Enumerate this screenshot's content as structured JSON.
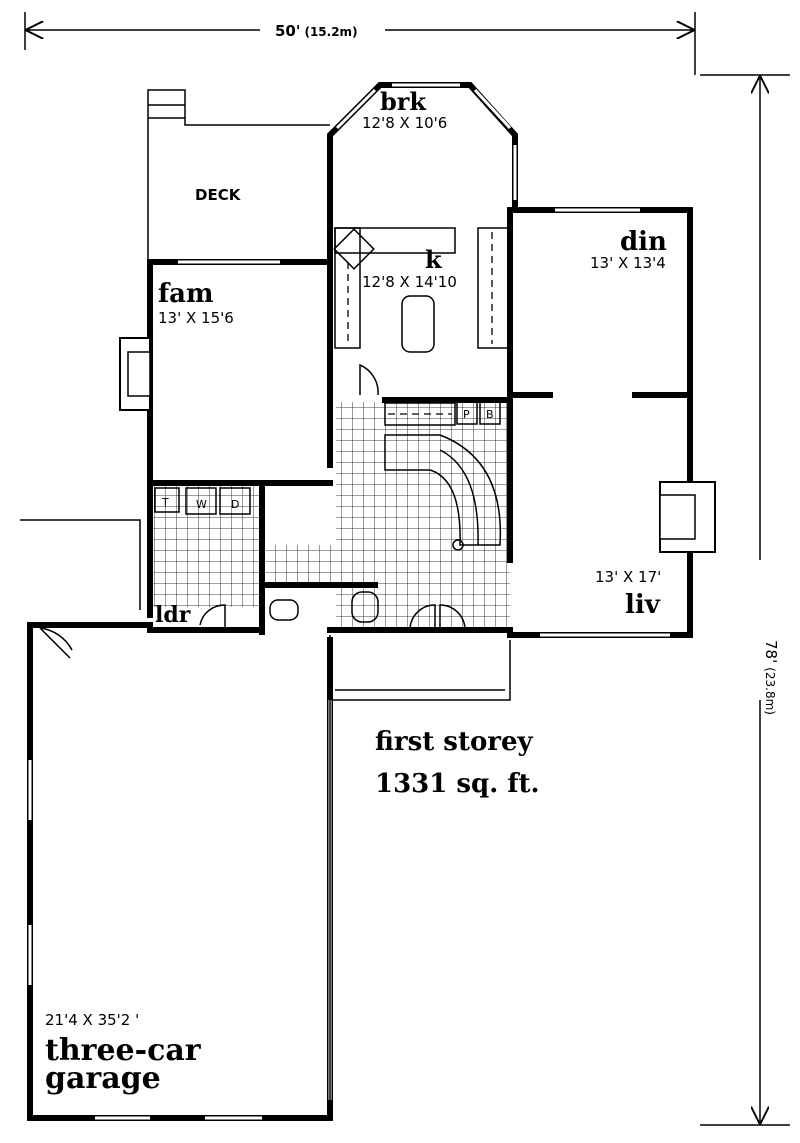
{
  "dimensions": {
    "width_label": "50'",
    "width_metric": "(15.2m)",
    "depth_label": "78'",
    "depth_metric": "(23.8m)"
  },
  "rooms": {
    "brk": {
      "name": "brk",
      "size": "12'8 X 10'6"
    },
    "deck": {
      "name": "DECK"
    },
    "kitchen": {
      "name": "k",
      "size": "12'8 X 14'10"
    },
    "din": {
      "name": "din",
      "size": "13' X 13'4"
    },
    "fam": {
      "name": "fam",
      "size": "13' X 15'6"
    },
    "ldr": {
      "name": "ldr"
    },
    "liv": {
      "name": "liv",
      "size": "13' X 17'"
    },
    "garage": {
      "name_line1": "three-car",
      "name_line2": "garage",
      "size": "21'4 X 35'2 '"
    }
  },
  "fixtures": {
    "t": "T",
    "w": "W",
    "d": "D",
    "p": "P",
    "b": "B"
  },
  "title": {
    "line1": "first storey",
    "line2": "1331 sq. ft."
  }
}
